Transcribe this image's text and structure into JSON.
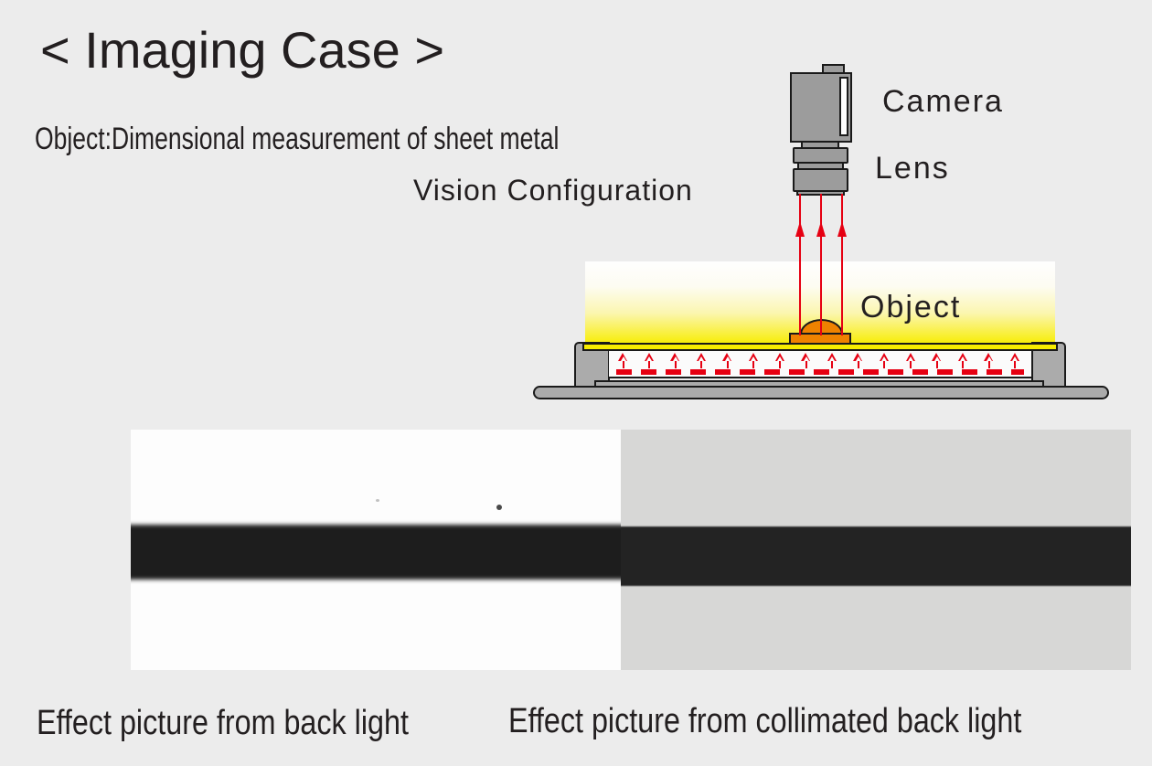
{
  "page": {
    "background": "#ececec",
    "title": "< Imaging Case >",
    "object_line": "Object:Dimensional measurement of sheet metal"
  },
  "diagram": {
    "heading": "Vision Configuration",
    "labels": {
      "camera": "Camera",
      "lens": "Lens",
      "object": "Object"
    },
    "backlight": {
      "emitter_arrow_count": 16,
      "ray_count": 3
    },
    "colors": {
      "ray_red": "#e60012",
      "led_red": "#e60012",
      "diffuser_yellow": "#f7ed00",
      "object_orange": "#ef8200",
      "device_gray": "#9c9c9c",
      "frame_gray": "#ababab",
      "outline": "#1a1a1a"
    }
  },
  "effects": [
    {
      "caption": "Effect picture from back light",
      "image": {
        "background": "#fdfdfd",
        "bar_color": "#1d1d1d",
        "bar_edge": "blurred"
      }
    },
    {
      "caption": "Effect picture from collimated back light",
      "image": {
        "background": "#d7d7d6",
        "bar_color": "#232323",
        "bar_edge": "sharp"
      }
    }
  ]
}
